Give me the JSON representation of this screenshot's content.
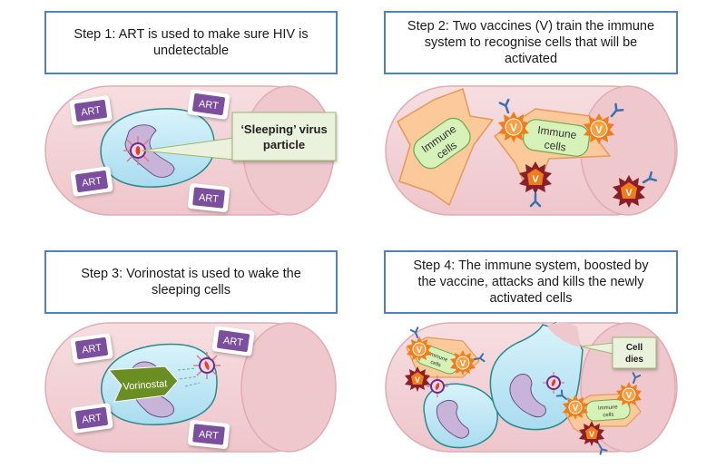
{
  "steps": [
    {
      "caption_lines": [
        "Step 1: ART is used to make sure HIV is",
        "undetectable"
      ],
      "labels": {
        "art": "ART",
        "callout_line1": "‘Sleeping’ virus",
        "callout_line2": "particle"
      }
    },
    {
      "caption_lines": [
        "Step 2: Two vaccines (V) train the immune",
        "system to recognise cells that will be",
        "activated"
      ],
      "labels": {
        "immune_line1": "Immune",
        "immune_line2": "cells",
        "vaccine": "V"
      }
    },
    {
      "caption_lines": [
        "Step 3: Vorinostat is used to wake the",
        "sleeping cells"
      ],
      "labels": {
        "art": "ART",
        "vorinostat": "Vorinostat"
      }
    },
    {
      "caption_lines": [
        "Step 4: The immune  system, boosted by",
        "the vaccine, attacks and kills the newly",
        "activated cells"
      ],
      "labels": {
        "immune_line1": "Immune",
        "immune_line2": "cells",
        "vaccine": "V",
        "callout_line1": "Cell",
        "callout_line2": "dies"
      }
    }
  ],
  "colors": {
    "caption_border": "#4f81bd",
    "vessel_fill": "#f2d4d8",
    "vessel_stroke": "#e3aab2",
    "cell_fill": "#bfe9f7",
    "cell_stroke": "#2a8a8a",
    "nucleus_fill": "#c8b4d8",
    "art_badge": "#7b4f9e",
    "callout_fill": "#eaf1dd",
    "immune_body": "#fbc99a",
    "immune_inner": "#d6f2b8",
    "vaccine_orange": "#f07c1a",
    "vaccine_dark": "#8a1f2a",
    "antibody": "#3a6fb0",
    "arrow_green": "#6b8e23"
  }
}
